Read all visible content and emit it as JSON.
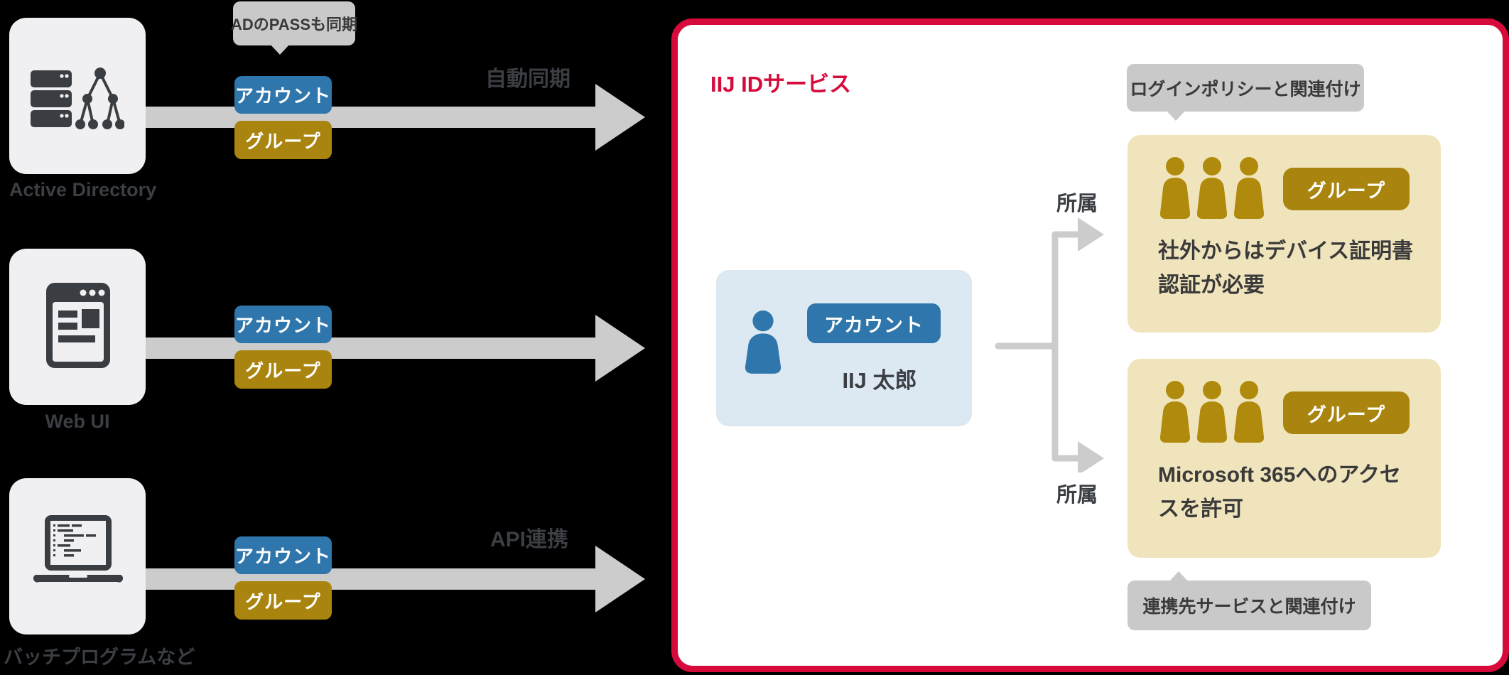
{
  "sources": [
    {
      "label": "Active Directory",
      "icon": "server-tree-icon",
      "tooltip": "ADのPASSも同期",
      "arrow_label": "自動同期",
      "account_badge": "アカウント",
      "group_badge": "グループ"
    },
    {
      "label": "Web UI",
      "icon": "browser-window-icon",
      "account_badge": "アカウント",
      "group_badge": "グループ"
    },
    {
      "label": "バッチプログラムなど",
      "icon": "laptop-code-icon",
      "arrow_label": "API連携",
      "account_badge": "アカウント",
      "group_badge": "グループ"
    }
  ],
  "service": {
    "title": "IIJ IDサービス",
    "account": {
      "icon": "person-icon",
      "badge": "アカウント",
      "name": "IIJ 太郎"
    },
    "memberships": [
      {
        "label": "所属"
      },
      {
        "label": "所属"
      }
    ],
    "groups": [
      {
        "icon": "people-group-icon",
        "tooltip": "ログインポリシーと関連付け",
        "badge": "グループ",
        "text": "社外からはデバイス証明書認証が必要"
      },
      {
        "icon": "people-group-icon",
        "tooltip": "連携先サービスと関連付け",
        "badge": "グループ",
        "text": "Microsoft 365へのアクセスを許可"
      }
    ]
  },
  "colors": {
    "background": "#000000",
    "brand_red": "#d60b3c",
    "account_blue": "#2e76ab",
    "group_gold": "#a9840e",
    "group_box_bg": "#f0e4bc",
    "account_card_bg": "#dce8f2",
    "arrow_gray": "#cccccc",
    "tooltip_gray": "#c9c9c9",
    "source_box_bg": "#f0f0f2",
    "text_dark": "#3b3e43"
  }
}
